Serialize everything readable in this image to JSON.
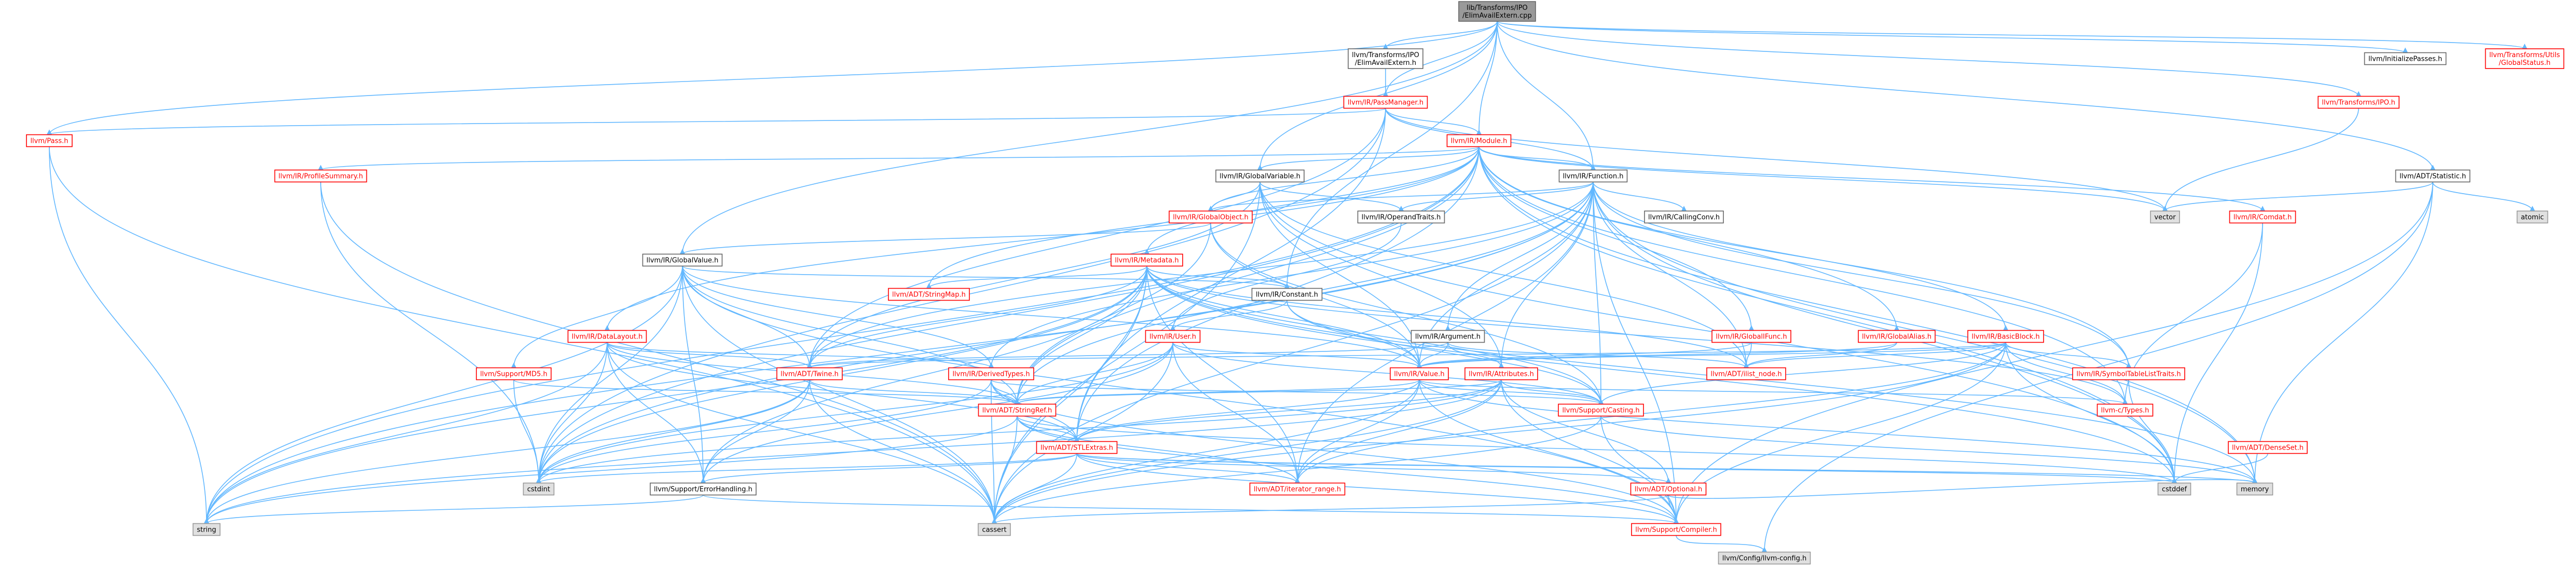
{
  "colors": {
    "edge": "#63b8ff",
    "root_fill": "#999999",
    "link_fill": "#ffffff",
    "link_border": "#ff0000",
    "plain_border": "#666666",
    "external_fill": "#e0e0e0",
    "external_border": "#999999",
    "link_text": "#ff0000",
    "text": "#000000"
  },
  "nodes": [
    {
      "id": "root",
      "lines": [
        "lib/Transforms/IPO",
        "/ElimAvailExtern.cpp"
      ],
      "kind": "root"
    },
    {
      "id": "elim_h",
      "lines": [
        "llvm/Transforms/IPO",
        "/ElimAvailExtern.h"
      ],
      "kind": "plain"
    },
    {
      "id": "passmanager",
      "lines": [
        "llvm/IR/PassManager.h"
      ],
      "kind": "link"
    },
    {
      "id": "initpasses",
      "lines": [
        "llvm/InitializePasses.h"
      ],
      "kind": "plain"
    },
    {
      "id": "globalstatus",
      "lines": [
        "llvm/Transforms/Utils",
        "/GlobalStatus.h"
      ],
      "kind": "link"
    },
    {
      "id": "ipo",
      "lines": [
        "llvm/Transforms/IPO.h"
      ],
      "kind": "link"
    },
    {
      "id": "statistic",
      "lines": [
        "llvm/ADT/Statistic.h"
      ],
      "kind": "plain"
    },
    {
      "id": "pass",
      "lines": [
        "llvm/Pass.h"
      ],
      "kind": "link"
    },
    {
      "id": "module",
      "lines": [
        "llvm/IR/Module.h"
      ],
      "kind": "link"
    },
    {
      "id": "profilesummary",
      "lines": [
        "llvm/IR/ProfileSummary.h"
      ],
      "kind": "link"
    },
    {
      "id": "globalvariable",
      "lines": [
        "llvm/IR/GlobalVariable.h"
      ],
      "kind": "plain"
    },
    {
      "id": "function",
      "lines": [
        "llvm/IR/Function.h"
      ],
      "kind": "plain"
    },
    {
      "id": "globalobject",
      "lines": [
        "llvm/IR/GlobalObject.h"
      ],
      "kind": "link"
    },
    {
      "id": "operandtraits",
      "lines": [
        "llvm/IR/OperandTraits.h"
      ],
      "kind": "plain"
    },
    {
      "id": "callingconv",
      "lines": [
        "llvm/IR/CallingConv.h"
      ],
      "kind": "plain"
    },
    {
      "id": "comdat",
      "lines": [
        "llvm/IR/Comdat.h"
      ],
      "kind": "link"
    },
    {
      "id": "metadata",
      "lines": [
        "llvm/IR/Metadata.h"
      ],
      "kind": "link"
    },
    {
      "id": "globalvalue",
      "lines": [
        "llvm/IR/GlobalValue.h"
      ],
      "kind": "plain"
    },
    {
      "id": "stringmap",
      "lines": [
        "llvm/ADT/StringMap.h"
      ],
      "kind": "link"
    },
    {
      "id": "constant",
      "lines": [
        "llvm/IR/Constant.h"
      ],
      "kind": "plain"
    },
    {
      "id": "datalayout",
      "lines": [
        "llvm/IR/DataLayout.h"
      ],
      "kind": "link"
    },
    {
      "id": "mdl",
      "lines": [
        "llvm/Support/MD5.h"
      ],
      "kind": "link"
    },
    {
      "id": "user",
      "lines": [
        "llvm/IR/User.h"
      ],
      "kind": "link"
    },
    {
      "id": "argument",
      "lines": [
        "llvm/IR/Argument.h"
      ],
      "kind": "plain"
    },
    {
      "id": "globalifunc",
      "lines": [
        "llvm/IR/GlobalIFunc.h"
      ],
      "kind": "link"
    },
    {
      "id": "globalalias",
      "lines": [
        "llvm/IR/GlobalAlias.h"
      ],
      "kind": "link"
    },
    {
      "id": "basicblock",
      "lines": [
        "llvm/IR/BasicBlock.h"
      ],
      "kind": "link"
    },
    {
      "id": "symtablelisttraits",
      "lines": [
        "llvm/IR/SymbolTableListTraits.h"
      ],
      "kind": "link"
    },
    {
      "id": "twine",
      "lines": [
        "llvm/ADT/Twine.h"
      ],
      "kind": "link"
    },
    {
      "id": "derivedtypes",
      "lines": [
        "llvm/IR/DerivedTypes.h"
      ],
      "kind": "link"
    },
    {
      "id": "value",
      "lines": [
        "llvm/IR/Value.h"
      ],
      "kind": "link"
    },
    {
      "id": "attributes",
      "lines": [
        "llvm/IR/Attributes.h"
      ],
      "kind": "link"
    },
    {
      "id": "ilistnode",
      "lines": [
        "llvm/ADT/ilist_node.h"
      ],
      "kind": "link"
    },
    {
      "id": "ctypes",
      "lines": [
        "llvm-c/Types.h"
      ],
      "kind": "link"
    },
    {
      "id": "stringref",
      "lines": [
        "llvm/ADT/StringRef.h"
      ],
      "kind": "link"
    },
    {
      "id": "casting",
      "lines": [
        "llvm/Support/Casting.h"
      ],
      "kind": "link"
    },
    {
      "id": "stlextras",
      "lines": [
        "llvm/ADT/STLExtras.h"
      ],
      "kind": "link"
    },
    {
      "id": "denseset",
      "lines": [
        "llvm/ADT/DenseSet.h"
      ],
      "kind": "link"
    },
    {
      "id": "errorhandling",
      "lines": [
        "llvm/Support/ErrorHandling.h"
      ],
      "kind": "plain"
    },
    {
      "id": "iterrange",
      "lines": [
        "llvm/ADT/iterator_range.h"
      ],
      "kind": "link"
    },
    {
      "id": "optional",
      "lines": [
        "llvm/ADT/Optional.h"
      ],
      "kind": "link"
    },
    {
      "id": "compiler",
      "lines": [
        "llvm/Support/Compiler.h"
      ],
      "kind": "link"
    },
    {
      "id": "llvmconfig",
      "lines": [
        "llvm/Config/llvm-config.h"
      ],
      "kind": "external"
    },
    {
      "id": "vector",
      "lines": [
        "vector"
      ],
      "kind": "external"
    },
    {
      "id": "atomic",
      "lines": [
        "atomic"
      ],
      "kind": "external"
    },
    {
      "id": "memory",
      "lines": [
        "memory"
      ],
      "kind": "external"
    },
    {
      "id": "cstdint",
      "lines": [
        "cstdint"
      ],
      "kind": "external"
    },
    {
      "id": "cstddef",
      "lines": [
        "cstddef"
      ],
      "kind": "external"
    },
    {
      "id": "string",
      "lines": [
        "string"
      ],
      "kind": "external"
    },
    {
      "id": "cassert",
      "lines": [
        "cassert"
      ],
      "kind": "external"
    }
  ]
}
